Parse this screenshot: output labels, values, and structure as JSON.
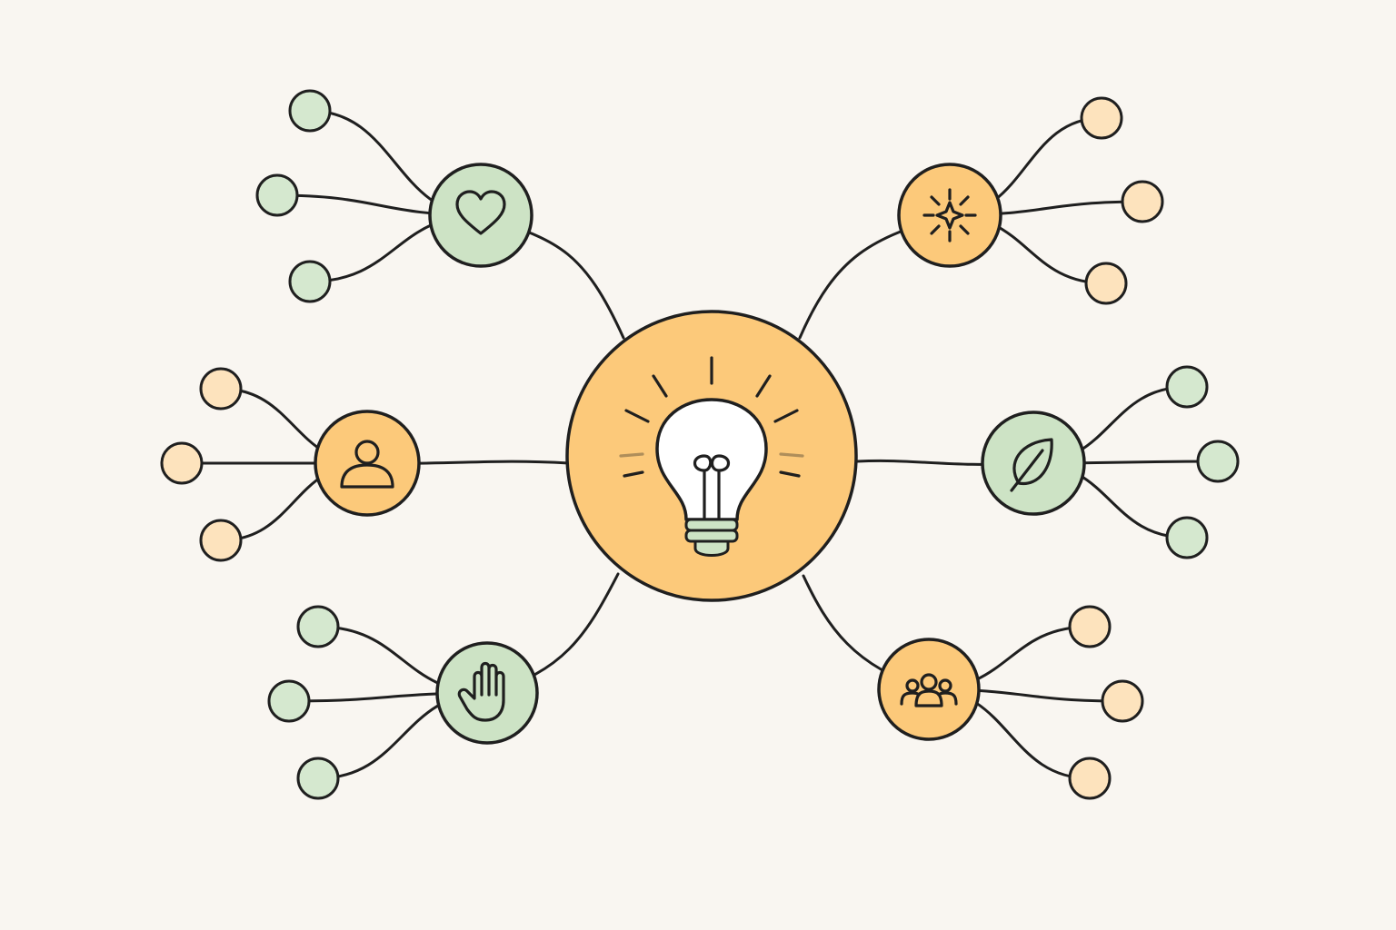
{
  "colors": {
    "background": "#f9f6f1",
    "orange_fill": "#fcc97a",
    "orange_leaf_fill": "#fde3bd",
    "green_fill": "#cde3c5",
    "green_leaf_fill": "#d5e8cf",
    "outline": "#1f1f1f"
  },
  "center": {
    "icon": "lightbulb-icon",
    "color": "orange"
  },
  "branches": [
    {
      "id": "heart",
      "icon": "heart-icon",
      "color": "green",
      "leaves": 3
    },
    {
      "id": "person",
      "icon": "person-icon",
      "color": "orange",
      "leaves": 3
    },
    {
      "id": "hand",
      "icon": "hand-icon",
      "color": "green",
      "leaves": 3
    },
    {
      "id": "sparkle",
      "icon": "sparkle-icon",
      "color": "orange",
      "leaves": 3
    },
    {
      "id": "leaf",
      "icon": "leaf-icon",
      "color": "green",
      "leaves": 3
    },
    {
      "id": "group",
      "icon": "group-icon",
      "color": "orange",
      "leaves": 3
    }
  ]
}
